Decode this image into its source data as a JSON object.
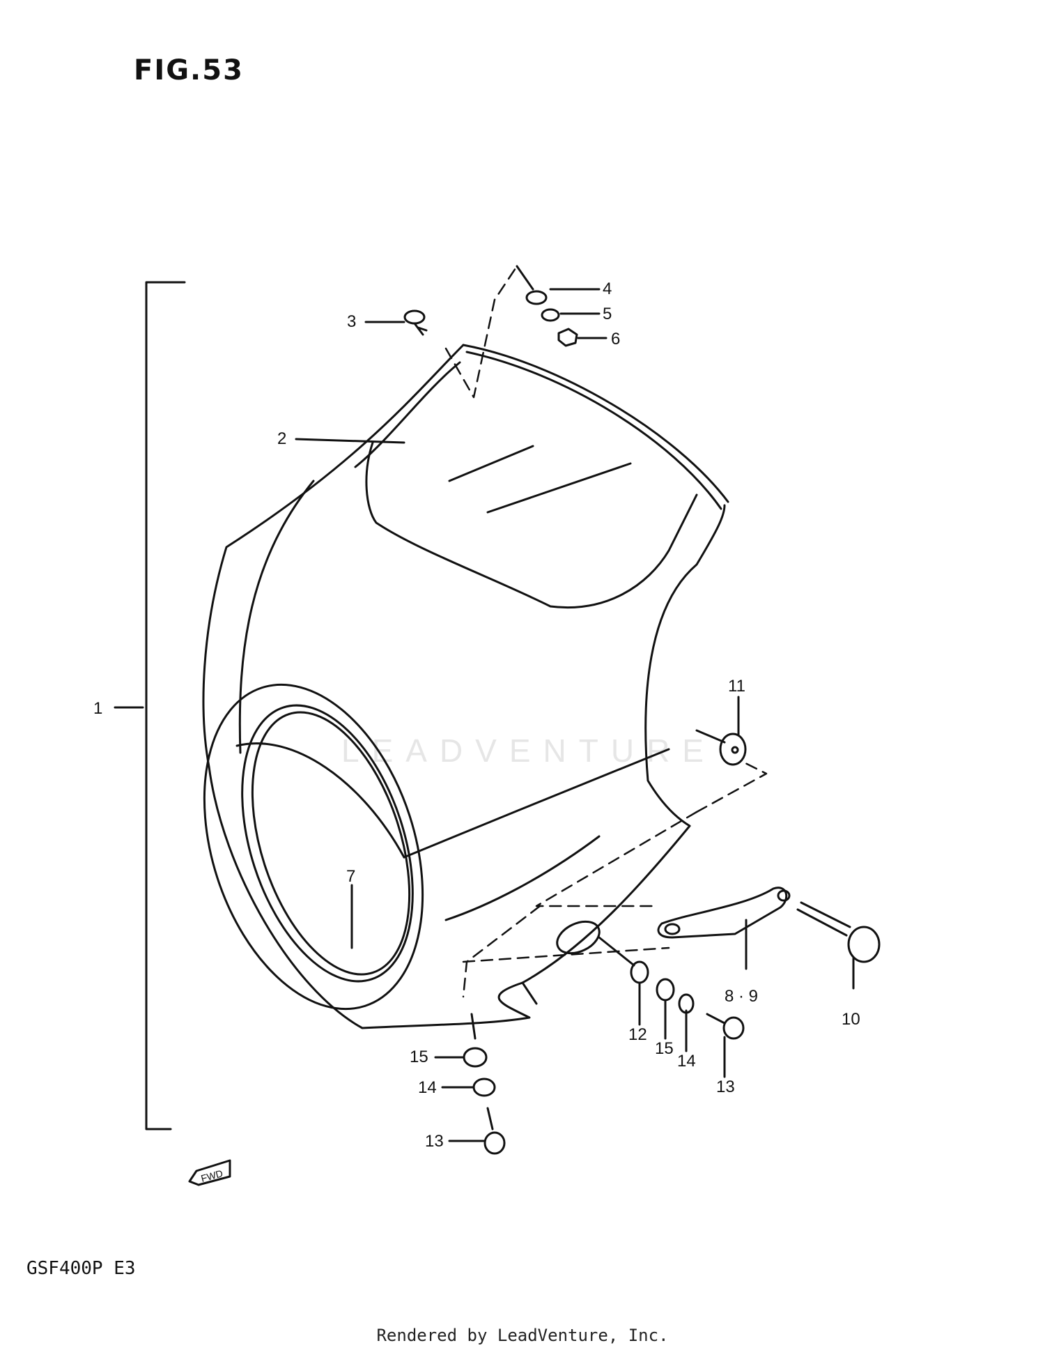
{
  "figure": {
    "title": "FIG.53",
    "model": "GSF400P  E3",
    "footer": "Rendered by LeadVenture, Inc.",
    "watermark": "LEADVENTURE",
    "fwd_label": "FWD"
  },
  "callouts": [
    {
      "id": "1",
      "label": "1"
    },
    {
      "id": "2",
      "label": "2"
    },
    {
      "id": "3",
      "label": "3"
    },
    {
      "id": "4",
      "label": "4"
    },
    {
      "id": "5",
      "label": "5"
    },
    {
      "id": "6",
      "label": "6"
    },
    {
      "id": "7",
      "label": "7"
    },
    {
      "id": "8-9",
      "label": "8 · 9"
    },
    {
      "id": "10",
      "label": "10"
    },
    {
      "id": "11",
      "label": "11"
    },
    {
      "id": "12",
      "label": "12"
    },
    {
      "id": "15a",
      "label": "15"
    },
    {
      "id": "14a",
      "label": "14"
    },
    {
      "id": "13a",
      "label": "13"
    },
    {
      "id": "15b",
      "label": "15"
    },
    {
      "id": "14b",
      "label": "14"
    },
    {
      "id": "13b",
      "label": "13"
    }
  ]
}
